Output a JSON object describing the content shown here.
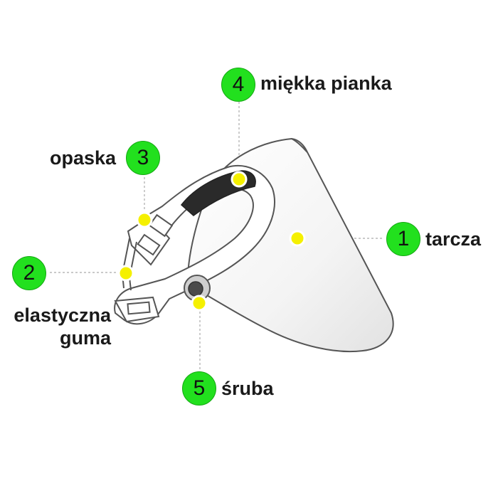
{
  "colors": {
    "badge": "#22e01e",
    "marker": "#f5f000",
    "outline": "#555555",
    "foam": "#2a2a2a",
    "leader": "#aaaaaa"
  },
  "callouts": [
    {
      "number": "1",
      "label": "tarcza"
    },
    {
      "number": "2",
      "label_line1": "elastyczna",
      "label_line2": "guma"
    },
    {
      "number": "3",
      "label": "opaska"
    },
    {
      "number": "4",
      "label": "miękka pianka"
    },
    {
      "number": "5",
      "label": "śruba"
    }
  ]
}
